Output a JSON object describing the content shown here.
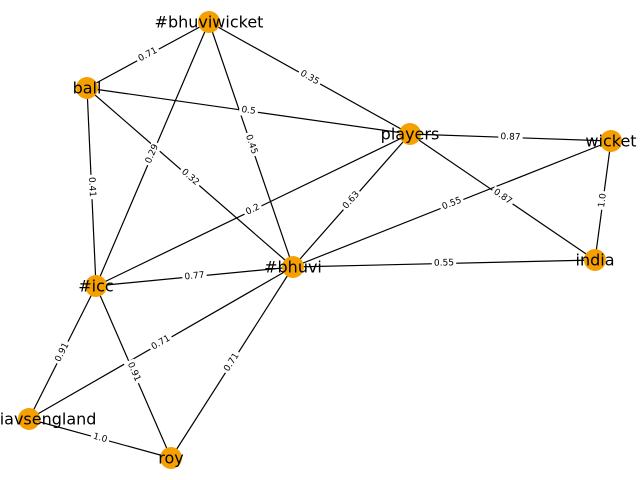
{
  "graph": {
    "node_color": "#f5a000",
    "edge_color": "#000000",
    "nodes": [
      {
        "id": "bhuviwicket",
        "label": "#bhuviwicket"
      },
      {
        "id": "ball",
        "label": "ball"
      },
      {
        "id": "players",
        "label": "players"
      },
      {
        "id": "wicket",
        "label": "wicket"
      },
      {
        "id": "india",
        "label": "india"
      },
      {
        "id": "bhuvi",
        "label": "#bhuvi"
      },
      {
        "id": "icc",
        "label": "#icc"
      },
      {
        "id": "indiavsengland",
        "label": "#indiavsengland"
      },
      {
        "id": "roy",
        "label": "roy"
      }
    ],
    "edges": [
      {
        "source": "bhuviwicket",
        "target": "ball",
        "weight": "0.71"
      },
      {
        "source": "bhuviwicket",
        "target": "players",
        "weight": "0.35"
      },
      {
        "source": "bhuviwicket",
        "target": "bhuvi",
        "weight": "0.45"
      },
      {
        "source": "bhuviwicket",
        "target": "icc",
        "weight": "0.29"
      },
      {
        "source": "ball",
        "target": "players",
        "weight": "0.5"
      },
      {
        "source": "ball",
        "target": "bhuvi",
        "weight": "0.32"
      },
      {
        "source": "ball",
        "target": "icc",
        "weight": "0.41"
      },
      {
        "source": "players",
        "target": "wicket",
        "weight": "0.87"
      },
      {
        "source": "players",
        "target": "india",
        "weight": "0.87"
      },
      {
        "source": "players",
        "target": "bhuvi",
        "weight": "0.63"
      },
      {
        "source": "players",
        "target": "icc",
        "weight": "0.2"
      },
      {
        "source": "wicket",
        "target": "india",
        "weight": "1.0"
      },
      {
        "source": "wicket",
        "target": "bhuvi",
        "weight": "0.55"
      },
      {
        "source": "bhuvi",
        "target": "india",
        "weight": "0.55"
      },
      {
        "source": "bhuvi",
        "target": "icc",
        "weight": "0.77"
      },
      {
        "source": "bhuvi",
        "target": "indiavsengland",
        "weight": "0.71"
      },
      {
        "source": "bhuvi",
        "target": "roy",
        "weight": "0.71"
      },
      {
        "source": "icc",
        "target": "indiavsengland",
        "weight": "0.91"
      },
      {
        "source": "icc",
        "target": "roy",
        "weight": "0.91"
      },
      {
        "source": "indiavsengland",
        "target": "roy",
        "weight": "1.0"
      }
    ]
  }
}
